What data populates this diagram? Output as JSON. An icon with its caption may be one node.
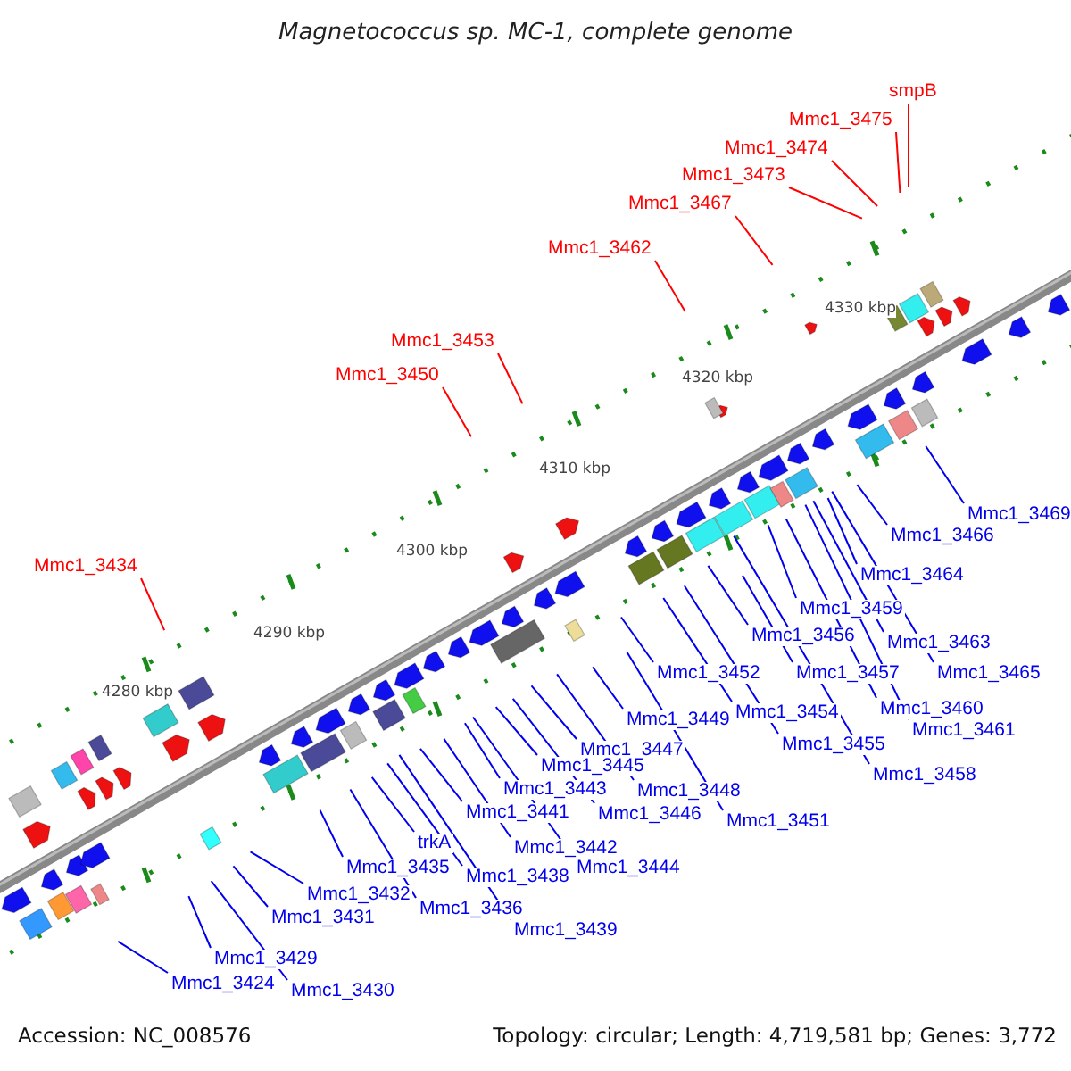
{
  "diagram": {
    "title": "Magnetococcus sp. MC-1, complete genome",
    "nodes": [
      {
        "text": [
          "smpB"
        ]
      },
      {
        "text": [
          "Mmc1_3475"
        ]
      },
      {
        "text": [
          "Mmc1_3474"
        ]
      },
      {
        "text": [
          "Mmc1_3473"
        ]
      },
      {
        "text": [
          "Mmc1_3467"
        ]
      },
      {
        "text": [
          "Mmc1_3462"
        ]
      },
      {
        "text": [
          "Mmc1_3453"
        ]
      },
      {
        "text": [
          "Mmc1_3450"
        ]
      },
      {
        "text": [
          "Mmc1_3434"
        ]
      },
      {
        "text": [
          "Mmc1_3469"
        ]
      },
      {
        "text": [
          "Mmc1_3466"
        ]
      },
      {
        "text": [
          "Mmc1_3464"
        ]
      },
      {
        "text": [
          "Mmc1_3459"
        ]
      },
      {
        "text": [
          "Mmc1_3456"
        ]
      },
      {
        "text": [
          "Mmc1_3463"
        ]
      },
      {
        "text": [
          "Mmc1_3452"
        ]
      },
      {
        "text": [
          "Mmc1_3457"
        ]
      },
      {
        "text": [
          "Mmc1_3465"
        ]
      },
      {
        "text": [
          "Mmc1_3460"
        ]
      },
      {
        "text": [
          "Mmc1_3454"
        ]
      },
      {
        "text": [
          "Mmc1_3449"
        ]
      },
      {
        "text": [
          "Mmc1_3461"
        ]
      },
      {
        "text": [
          "Mmc1_3455"
        ]
      },
      {
        "text": [
          "Mmc1_3447"
        ]
      },
      {
        "text": [
          "Mmc1_3458"
        ]
      },
      {
        "text": [
          "Mmc1_3445"
        ]
      },
      {
        "text": [
          "Mmc1_3443"
        ]
      },
      {
        "text": [
          "Mmc1_3448"
        ]
      },
      {
        "text": [
          "Mmc1_3441"
        ]
      },
      {
        "text": [
          "Mmc1_3446"
        ]
      },
      {
        "text": [
          "Mmc1_3451"
        ]
      },
      {
        "text": [
          "trkA"
        ]
      },
      {
        "text": [
          "Mmc1_3442"
        ]
      },
      {
        "text": [
          "Mmc1_3435"
        ]
      },
      {
        "text": [
          "Mmc1_3444"
        ]
      },
      {
        "text": [
          "Mmc1_3438"
        ]
      },
      {
        "text": [
          "Mmc1_3432"
        ]
      },
      {
        "text": [
          "Mmc1_3436"
        ]
      },
      {
        "text": [
          "Mmc1_3431"
        ]
      },
      {
        "text": [
          "Mmc1_3439"
        ]
      },
      {
        "text": [
          "Mmc1_3429"
        ]
      },
      {
        "text": [
          "Mmc1_3424"
        ]
      },
      {
        "text": [
          "Mmc1_3430"
        ]
      }
    ],
    "edges": [
      {
        "from": 0,
        "to": null,
        "arrow": "none",
        "color": "#ff0000"
      },
      {
        "from": 1,
        "to": null,
        "arrow": "none",
        "color": "#ff0000"
      },
      {
        "from": 2,
        "to": null,
        "arrow": "none",
        "color": "#ff0000"
      },
      {
        "from": 3,
        "to": null,
        "arrow": "none",
        "color": "#ff0000"
      },
      {
        "from": 4,
        "to": null,
        "arrow": "none",
        "color": "#ff0000"
      },
      {
        "from": 5,
        "to": null,
        "arrow": "none",
        "color": "#ff0000"
      },
      {
        "from": 6,
        "to": null,
        "arrow": "none",
        "color": "#ff0000"
      },
      {
        "from": 7,
        "to": null,
        "arrow": "none",
        "color": "#ff0000"
      },
      {
        "from": 8,
        "to": null,
        "arrow": "none",
        "color": "#ff0000"
      },
      {
        "from": 9,
        "to": null,
        "arrow": "none"
      },
      {
        "from": 10,
        "to": null,
        "arrow": "none"
      },
      {
        "from": 11,
        "to": null,
        "arrow": "none"
      },
      {
        "from": 12,
        "to": null,
        "arrow": "none"
      },
      {
        "from": 13,
        "to": null,
        "arrow": "none"
      },
      {
        "from": 14,
        "to": null,
        "arrow": "none"
      },
      {
        "from": 15,
        "to": null,
        "arrow": "none"
      },
      {
        "from": 16,
        "to": null,
        "arrow": "none"
      },
      {
        "from": 17,
        "to": null,
        "arrow": "none"
      },
      {
        "from": 18,
        "to": null,
        "arrow": "none"
      },
      {
        "from": 19,
        "to": null,
        "arrow": "none"
      },
      {
        "from": 20,
        "to": null,
        "arrow": "none"
      },
      {
        "from": 21,
        "to": null,
        "arrow": "none"
      },
      {
        "from": 22,
        "to": null,
        "arrow": "none"
      },
      {
        "from": 23,
        "to": null,
        "arrow": "none"
      },
      {
        "from": 24,
        "to": null,
        "arrow": "none"
      },
      {
        "from": 25,
        "to": null,
        "arrow": "none"
      },
      {
        "from": 26,
        "to": null,
        "arrow": "none"
      },
      {
        "from": 27,
        "to": null,
        "arrow": "none"
      },
      {
        "from": 28,
        "to": null,
        "arrow": "none"
      },
      {
        "from": 29,
        "to": null,
        "arrow": "none"
      },
      {
        "from": 30,
        "to": null,
        "arrow": "none"
      },
      {
        "from": 31,
        "to": null,
        "arrow": "none"
      },
      {
        "from": 32,
        "to": null,
        "arrow": "none"
      },
      {
        "from": 33,
        "to": null,
        "arrow": "none"
      },
      {
        "from": 34,
        "to": null,
        "arrow": "none"
      },
      {
        "from": 35,
        "to": null,
        "arrow": "none"
      },
      {
        "from": 36,
        "to": null,
        "arrow": "none"
      },
      {
        "from": 37,
        "to": null,
        "arrow": "none"
      },
      {
        "from": 38,
        "to": null,
        "arrow": "none"
      },
      {
        "from": 39,
        "to": null,
        "arrow": "none"
      },
      {
        "from": 40,
        "to": null,
        "arrow": "none"
      },
      {
        "from": 41,
        "to": null,
        "arrow": "none"
      },
      {
        "from": 42,
        "to": null,
        "arrow": "none"
      }
    ],
    "labels": [
      "4330 kbp",
      "4320 kbp",
      "4310 kbp",
      "4300 kbp",
      "4290 kbp",
      "4280 kbp",
      "Accession: NC_008576",
      "Topology: circular; Length: 4,719,581 bp; Genes: 3,772"
    ]
  }
}
